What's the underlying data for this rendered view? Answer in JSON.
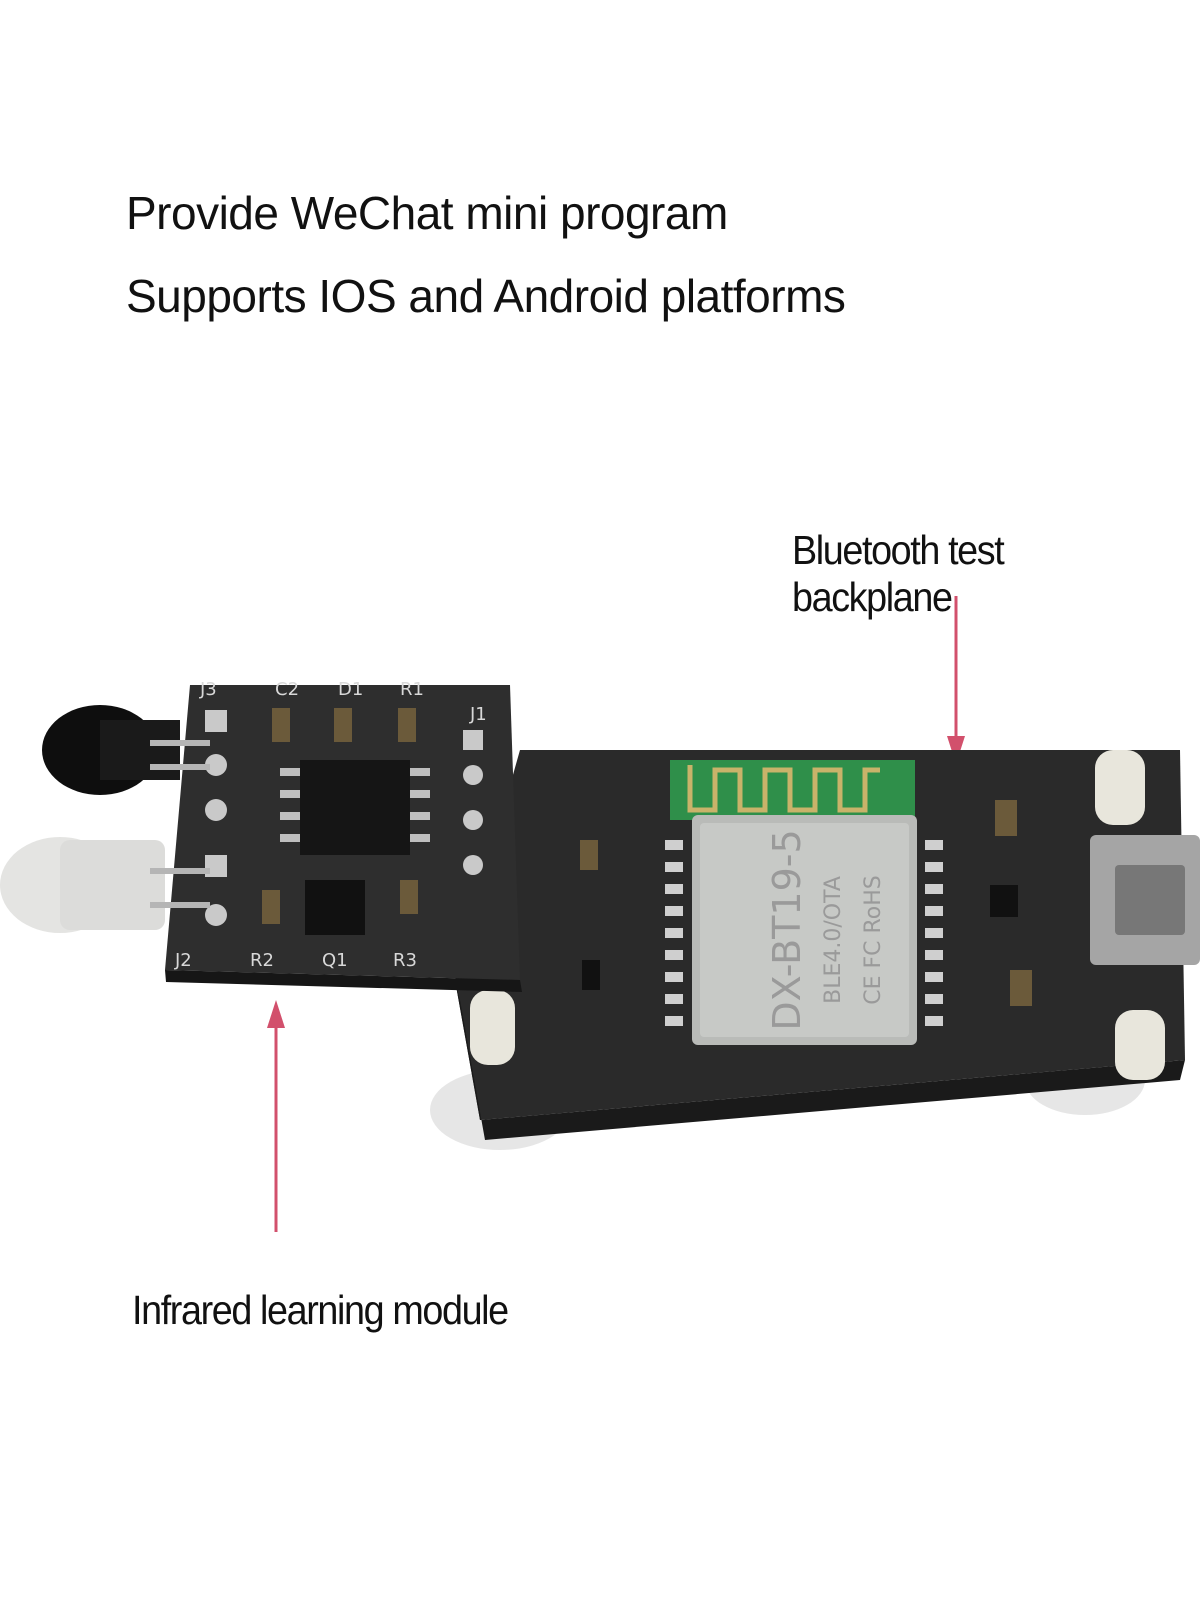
{
  "headline": {
    "line1": "Provide WeChat mini program",
    "line2": "Supports IOS and Android platforms"
  },
  "callouts": {
    "bluetooth": "Bluetooth test backplane",
    "infrared": "Infrared learning module"
  },
  "ir_board": {
    "silk_j3": "J3",
    "silk_c2": "C2",
    "silk_d1": "D1",
    "silk_r1": "R1",
    "silk_j1": "J1",
    "silk_j2": "J2",
    "silk_r2": "R2",
    "silk_q1": "Q1",
    "silk_r3": "R3"
  },
  "bt_module": {
    "model": "DX-BT19-5",
    "sub": "BLE4.0/OTA",
    "certs": "CE  FC  RoHS"
  },
  "colors": {
    "arrow": "#d2506c",
    "pcb": "#2b2b2b",
    "antenna": "#2f8f4a"
  }
}
